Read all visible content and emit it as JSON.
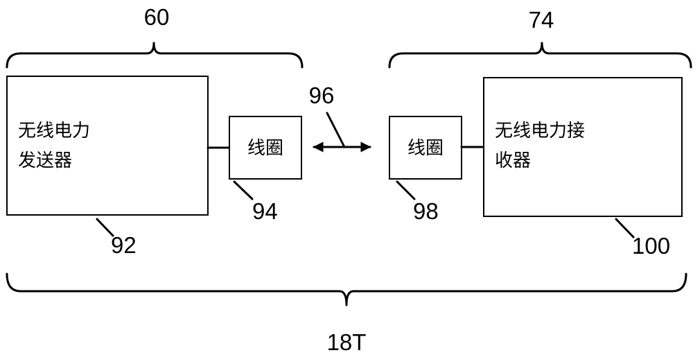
{
  "labels": {
    "transmitter_group": "60",
    "receiver_group": "74",
    "system": "18T",
    "coupling": "96",
    "transmitter_ref": "92",
    "transmitter_coil_ref": "94",
    "receiver_coil_ref": "98",
    "receiver_ref": "100"
  },
  "blocks": {
    "transmitter": {
      "line1": "无线电力",
      "line2": "发送器"
    },
    "transmitter_coil": {
      "text": "线圈"
    },
    "receiver_coil": {
      "text": "线圈"
    },
    "receiver": {
      "line1": "无线电力接",
      "line2": "收器"
    }
  },
  "colors": {
    "line": "#000000",
    "background": "#ffffff"
  }
}
